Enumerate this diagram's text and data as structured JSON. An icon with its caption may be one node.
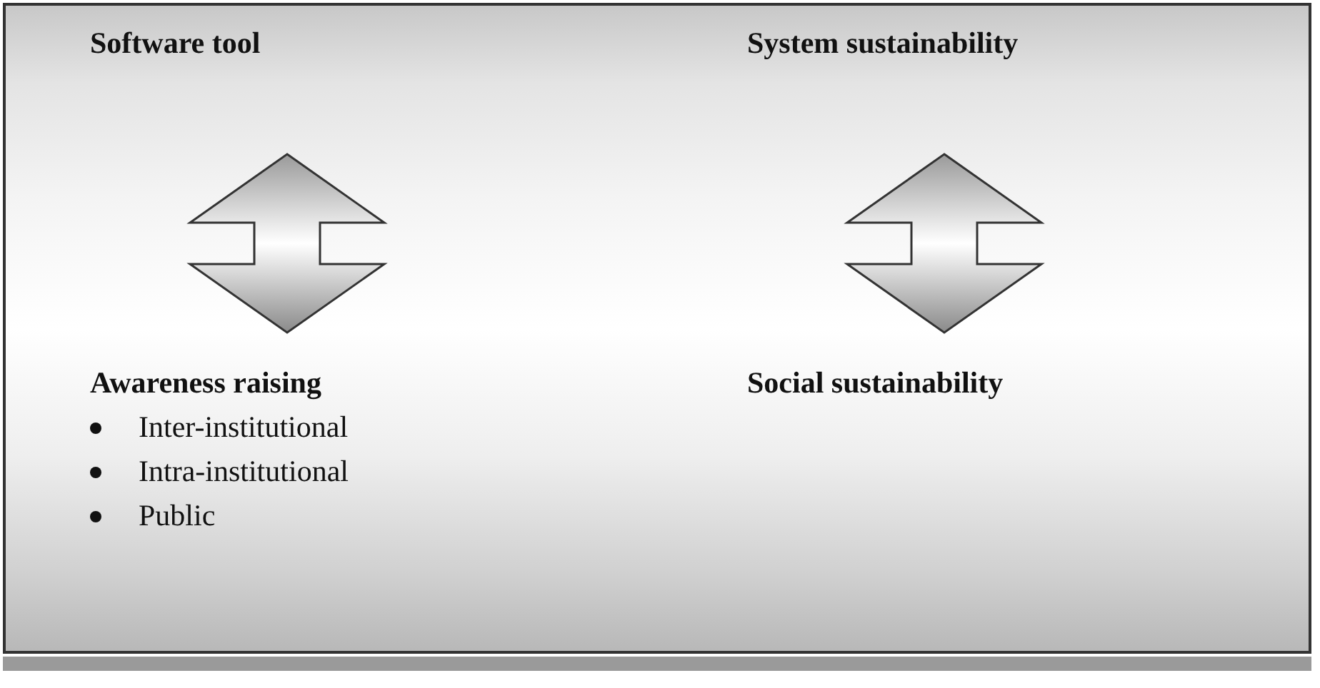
{
  "diagram": {
    "nodes": [
      {
        "text": [
          "Software tool"
        ]
      },
      {
        "text": [
          "Awareness raising",
          "Inter-institutional",
          "Intra-institutional",
          "Public"
        ]
      },
      {
        "text": [
          "System sustainability"
        ]
      },
      {
        "text": [
          "Social sustainability"
        ]
      }
    ],
    "edges": [
      {
        "from": 0,
        "to": 1,
        "arrow": "both",
        "style": "thick"
      },
      {
        "from": 2,
        "to": 3,
        "arrow": "both",
        "style": "thick"
      }
    ]
  }
}
